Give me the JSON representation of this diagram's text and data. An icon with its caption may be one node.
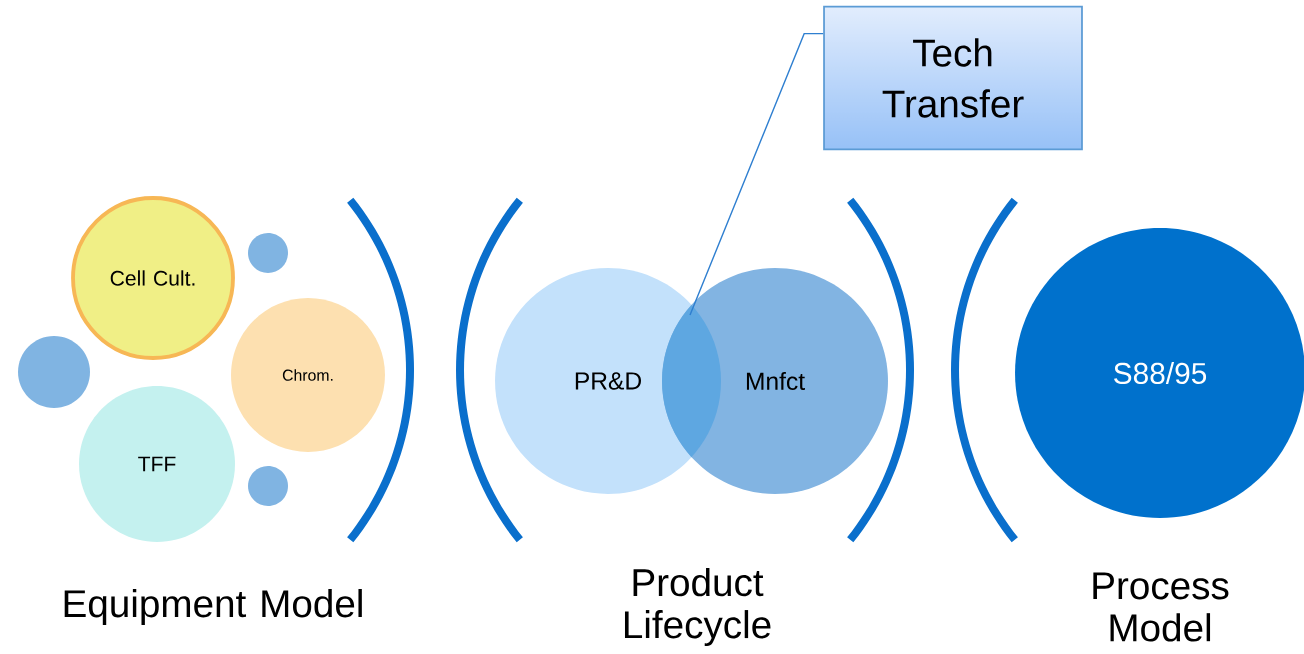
{
  "diagram": {
    "nodes": [
      {
        "text": [
          "Cell Cult."
        ]
      },
      {
        "text": [],
        "shape": "circle"
      },
      {
        "text": [
          "Chrom."
        ]
      },
      {
        "text": [],
        "shape": "circle"
      },
      {
        "text": [
          "TFF"
        ]
      },
      {
        "text": [],
        "shape": "circle"
      },
      {
        "text": [
          "PR&D"
        ]
      },
      {
        "text": [
          "Mnfct"
        ]
      },
      {
        "text": [
          "S88/95"
        ]
      },
      {
        "text": [
          "Tech Transfer"
        ]
      },
      {
        "text": [],
        "shape": "bracket"
      },
      {
        "text": [],
        "shape": "bracket"
      },
      {
        "text": [],
        "shape": "bracket"
      },
      {
        "text": [],
        "shape": "bracket"
      }
    ],
    "edges": [
      {
        "from": 9,
        "to": 6,
        "arrow": "none"
      }
    ],
    "labels": [
      "Equipment Model",
      "Product Lifecycle",
      "Process Model"
    ]
  }
}
